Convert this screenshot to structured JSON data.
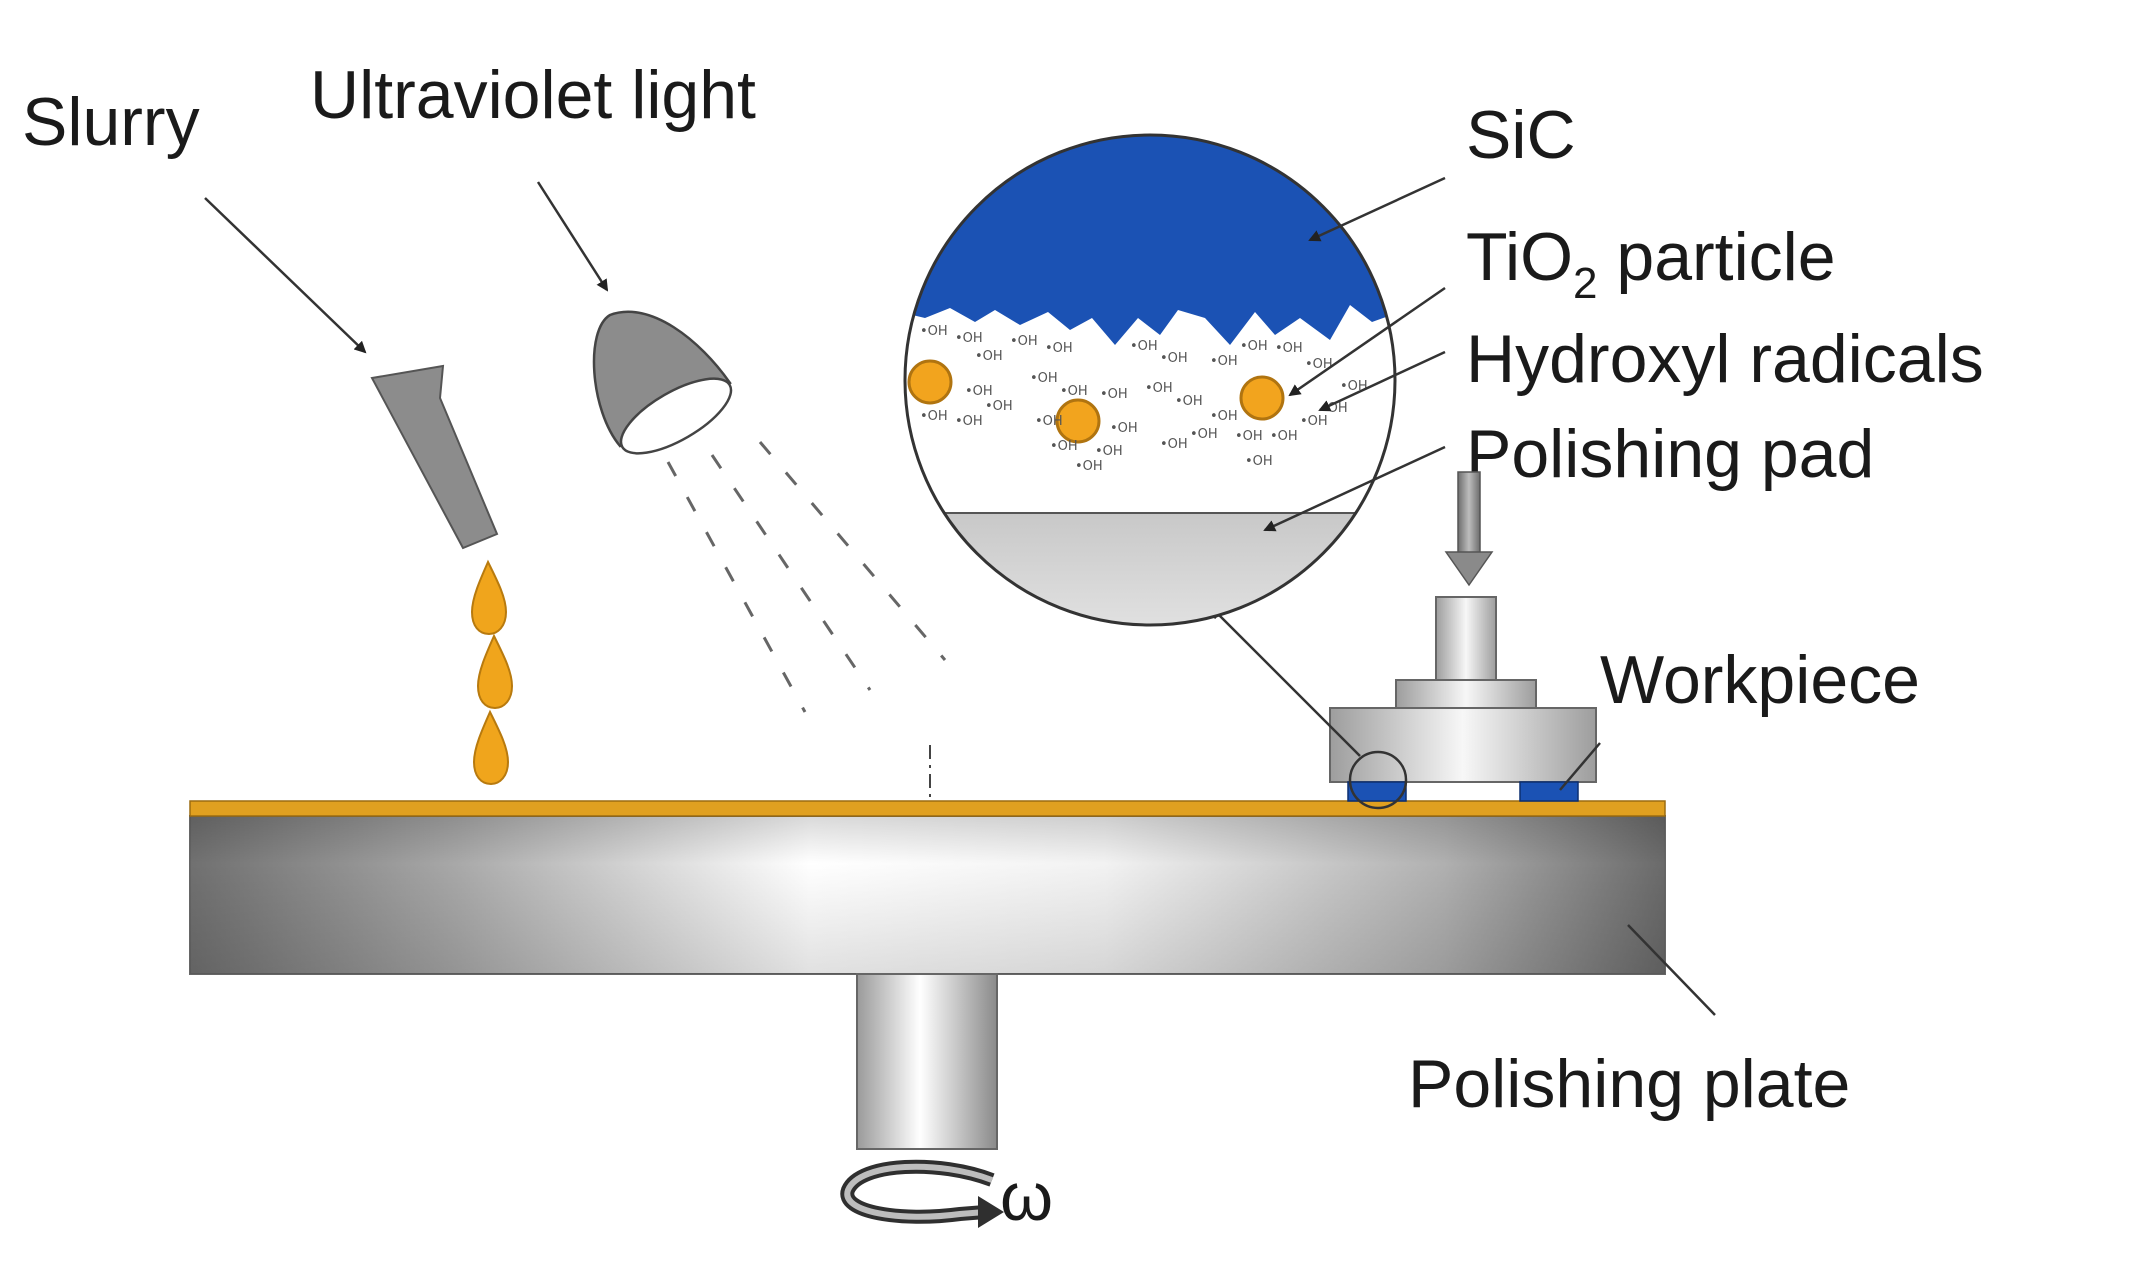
{
  "labels": {
    "slurry": "Slurry",
    "ultraviolet_light": "Ultraviolet light",
    "sic": "SiC",
    "tio2_main": "TiO",
    "tio2_sub": "2",
    "tio2_rest": " particle",
    "hydroxyl_radicals": "Hydroxyl radicals",
    "polishing_pad": "Polishing pad",
    "workpiece": "Workpiece",
    "polishing_plate": "Polishing plate",
    "omega": "ω"
  },
  "radical_label": "OH",
  "colors": {
    "sic_blue": "#1b52b4",
    "tio2_orange": "#f2a41e",
    "slurry_drop": "#f0a51c",
    "pad_stripe": "#e0a020",
    "metal_gray": "#8c8c8c",
    "pad_gray": "#d6d6d6"
  }
}
